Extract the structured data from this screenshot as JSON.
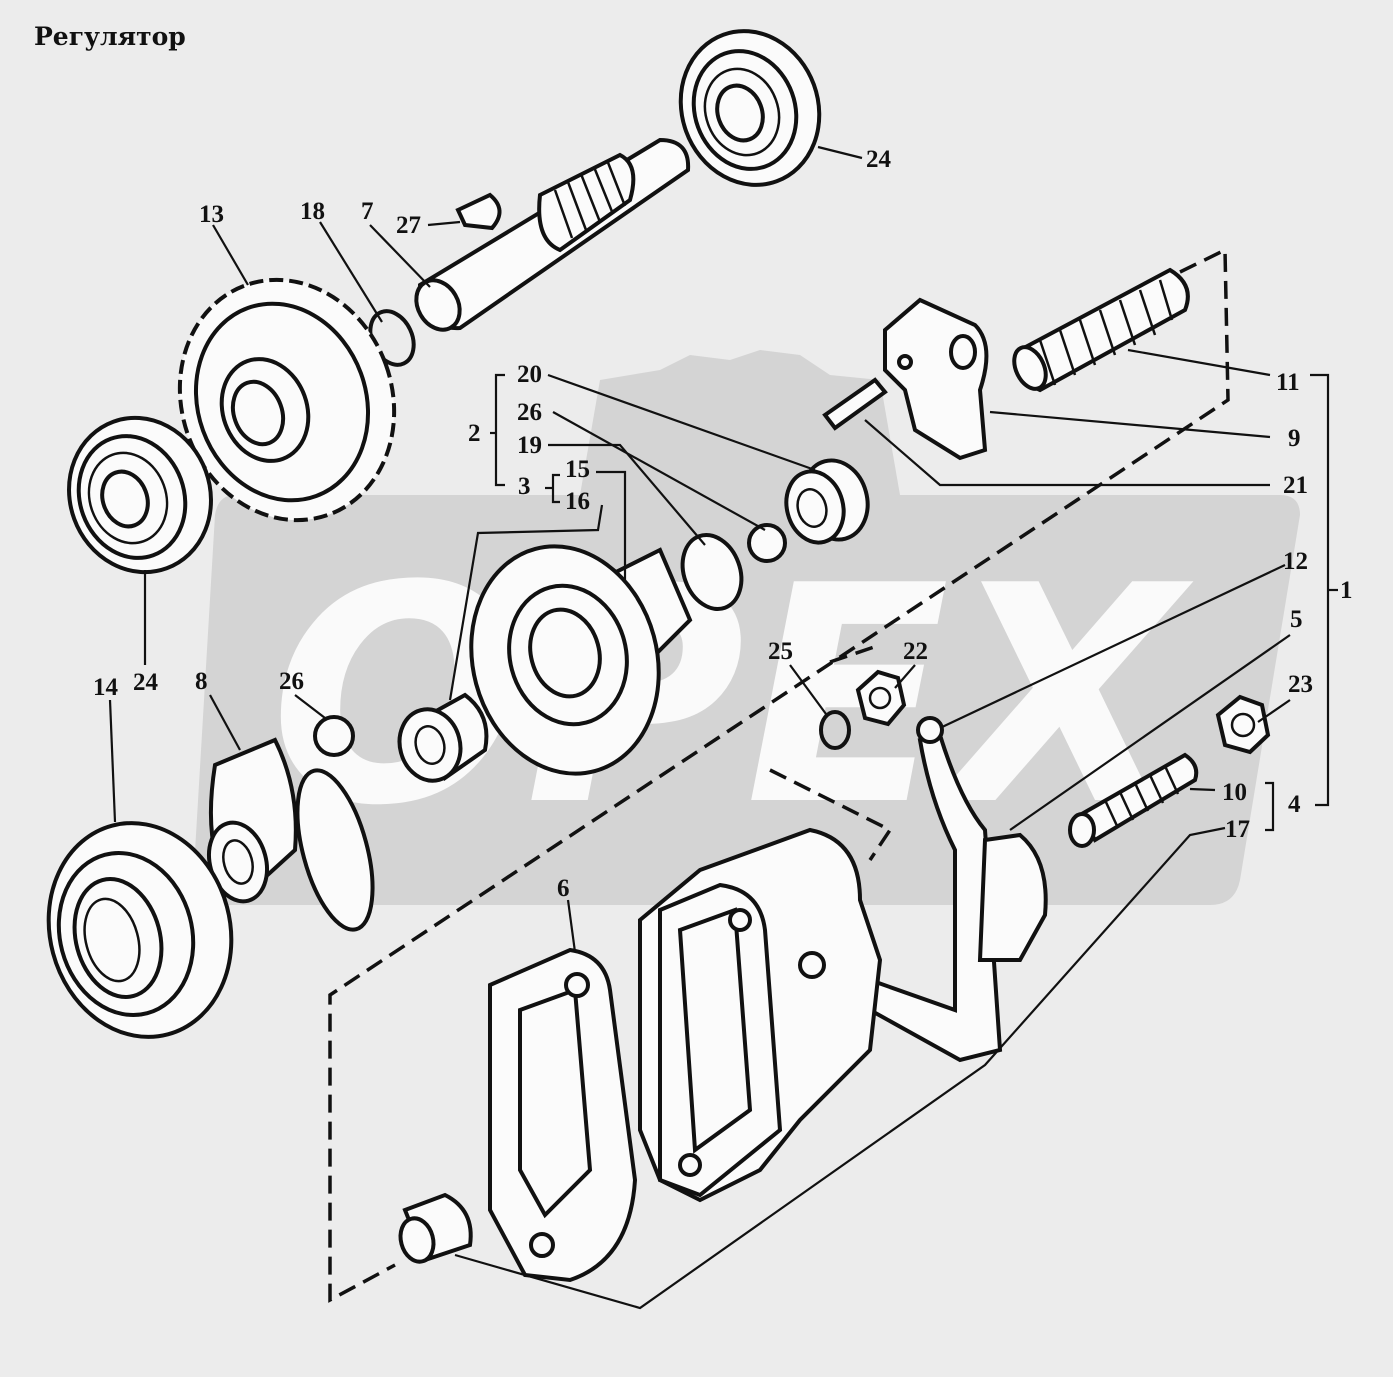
{
  "title": "Регулятор",
  "watermark": {
    "text": "OPEX",
    "fill": "#d4d4d4"
  },
  "colors": {
    "background": "#ececec",
    "ink": "#111111",
    "part_fill": "#fbfbfb"
  },
  "labels": {
    "l1": "1",
    "l2": "2",
    "l3": "3",
    "l4": "4",
    "l5": "5",
    "l6": "6",
    "l7": "7",
    "l8": "8",
    "l9": "9",
    "l10": "10",
    "l11": "11",
    "l12": "12",
    "l13": "13",
    "l14": "14",
    "l15": "15",
    "l16": "16",
    "l17": "17",
    "l18": "18",
    "l19": "19",
    "l20": "20",
    "l21": "21",
    "l22": "22",
    "l23": "23",
    "l24a": "24",
    "l24b": "24",
    "l25": "25",
    "l26a": "26",
    "l26b": "26",
    "l27": "27"
  }
}
